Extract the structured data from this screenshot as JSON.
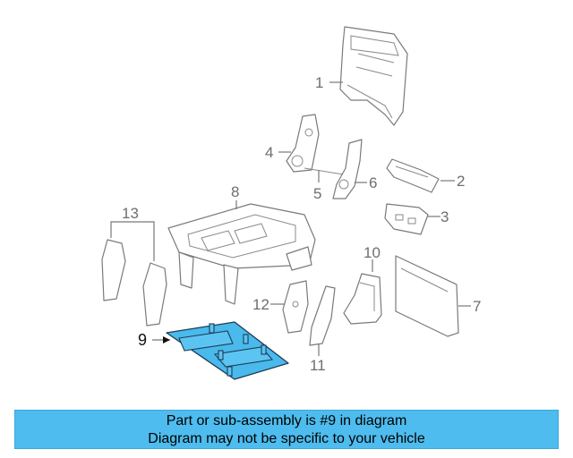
{
  "diagram": {
    "callouts": {
      "c1": "1",
      "c2": "2",
      "c3": "3",
      "c4": "4",
      "c5": "5",
      "c6": "6",
      "c7": "7",
      "c8": "8",
      "c9": "9",
      "c10": "10",
      "c11": "11",
      "c12": "12",
      "c13": "13"
    },
    "highlight_color": "#4ab9ec"
  },
  "banner": {
    "line1": "Part or sub-assembly is #9 in diagram",
    "line2": "Diagram may not be specific to your vehicle",
    "background": "#4ebcee"
  }
}
